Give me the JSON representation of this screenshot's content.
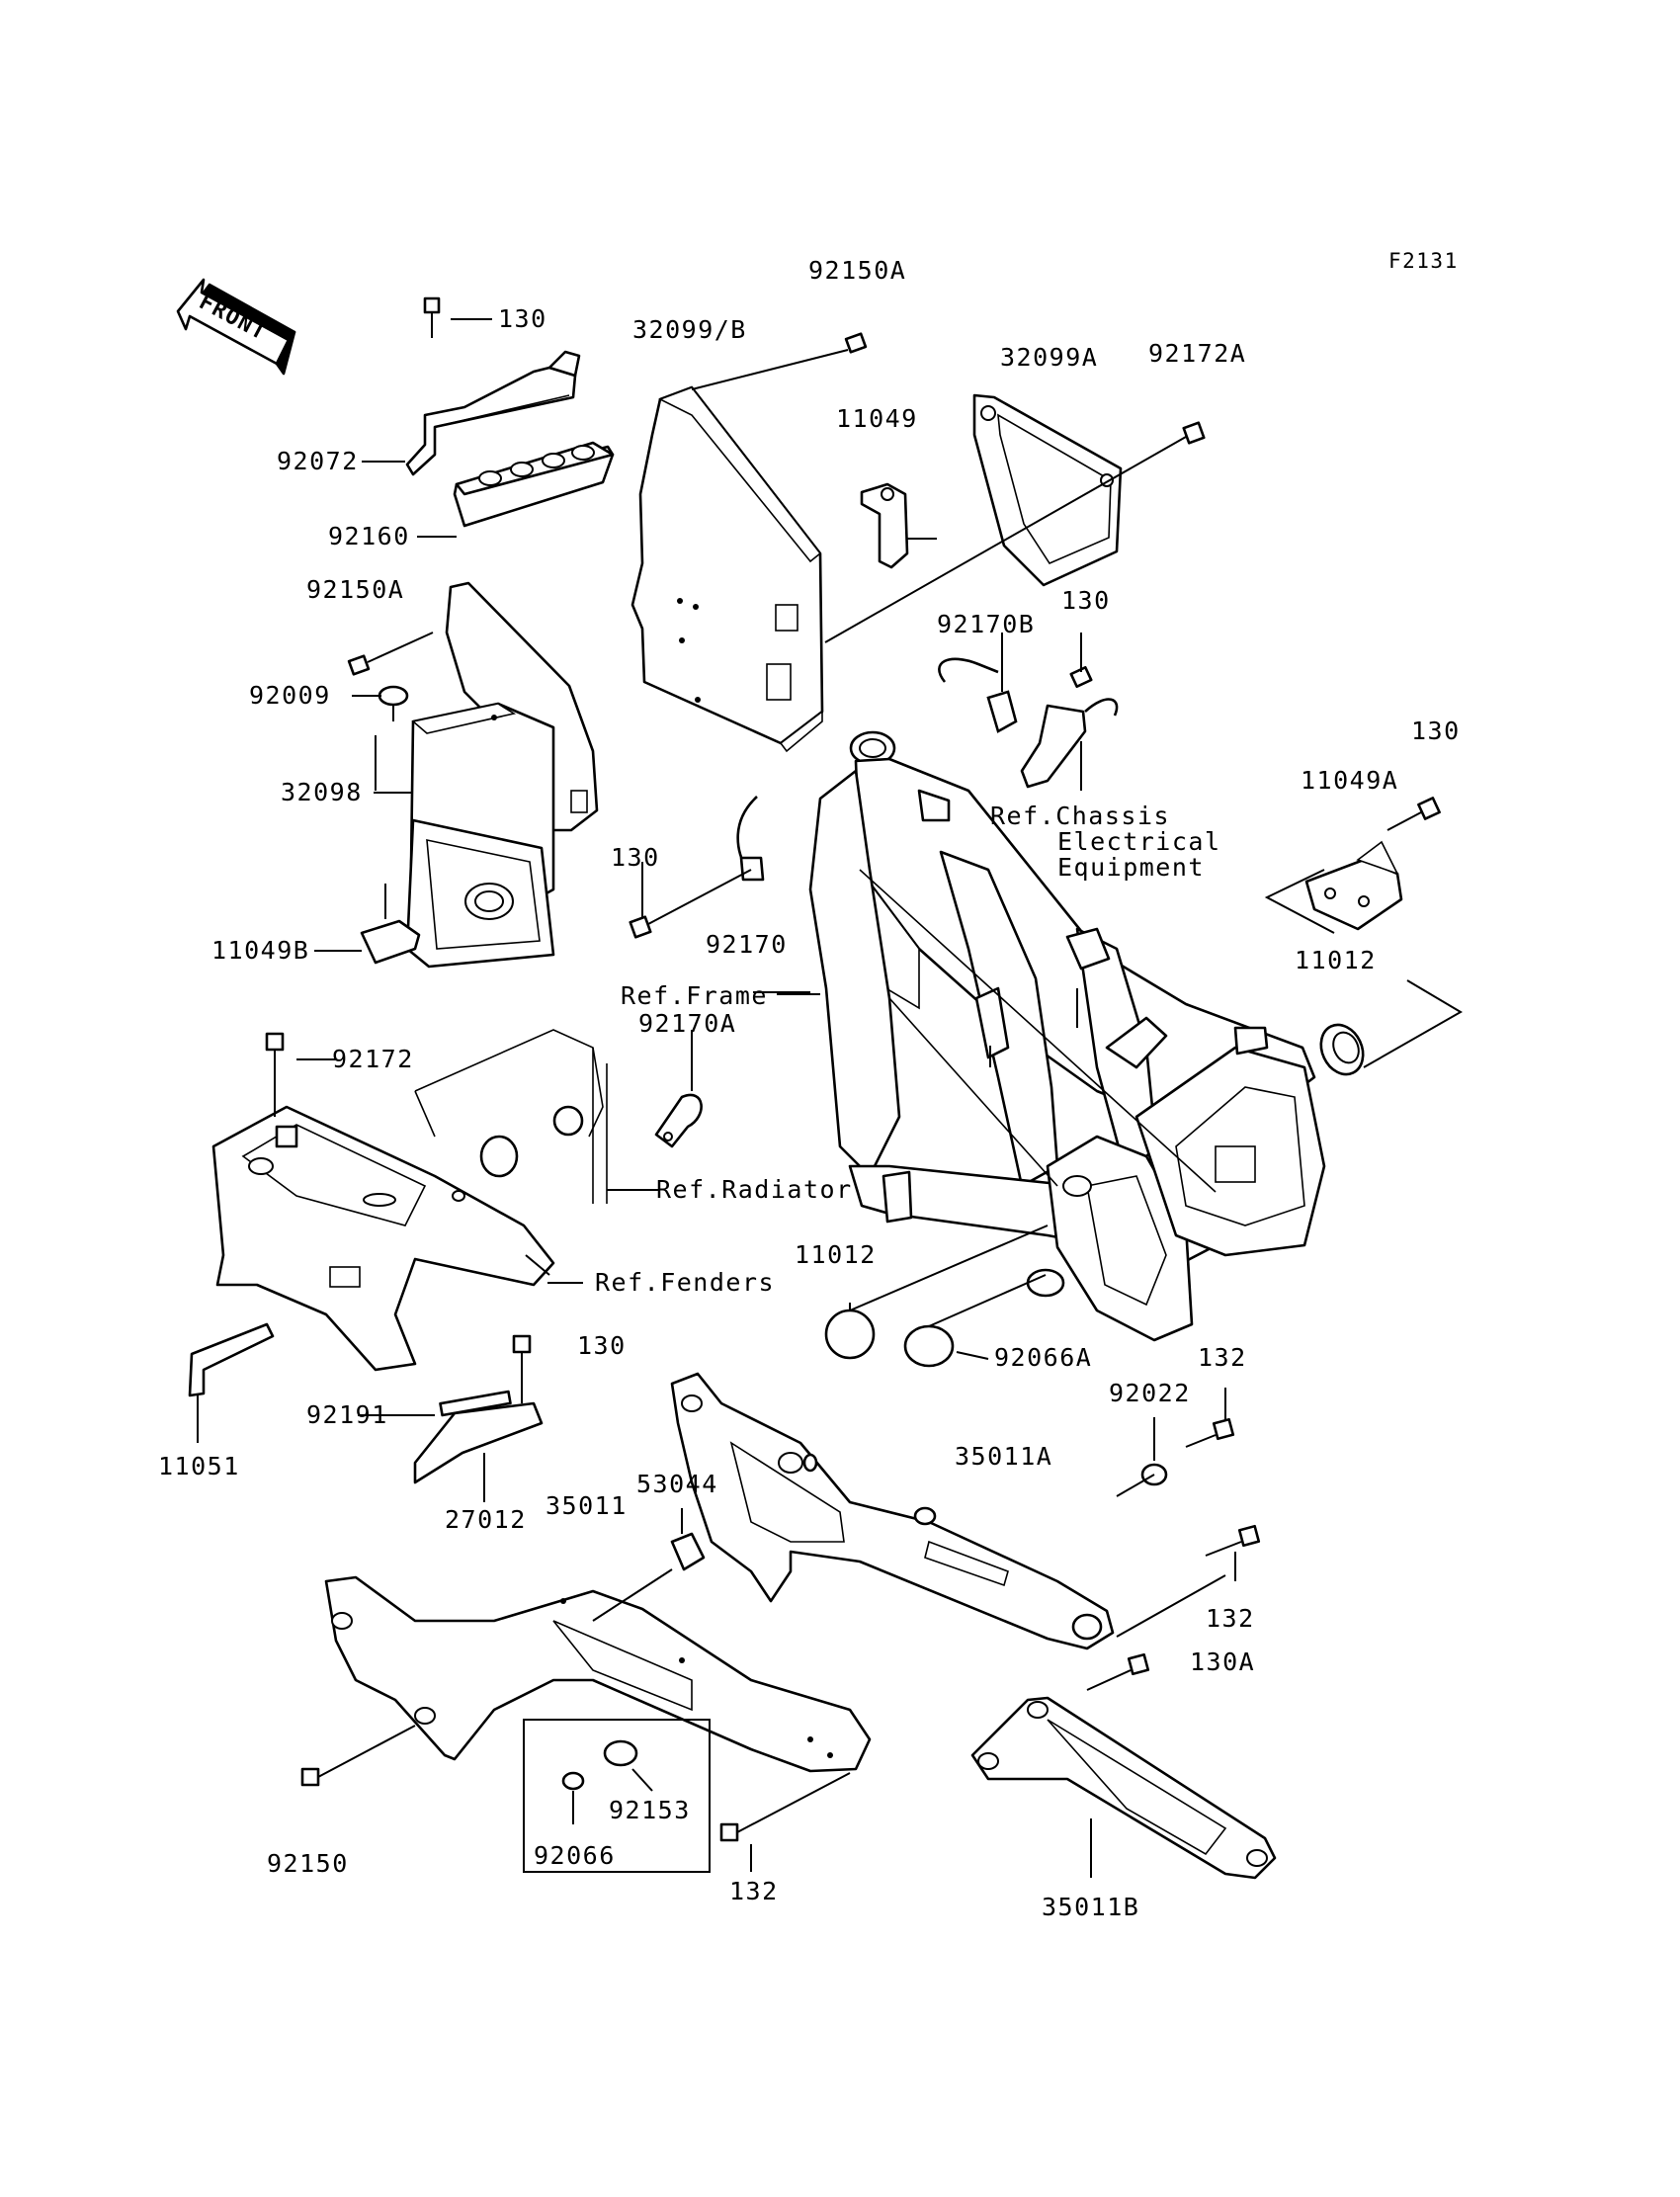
{
  "diagram_code": "F2131",
  "direction_arrow": {
    "label": "FRONT",
    "icon": "front-arrow-icon"
  },
  "callouts": [
    {
      "id": "c01",
      "text": "92150A"
    },
    {
      "id": "c02",
      "text": "32099/B"
    },
    {
      "id": "c03",
      "text": "130"
    },
    {
      "id": "c04",
      "text": "32099A"
    },
    {
      "id": "c05",
      "text": "92172A"
    },
    {
      "id": "c06",
      "text": "11049"
    },
    {
      "id": "c07",
      "text": "92072"
    },
    {
      "id": "c08",
      "text": "92160"
    },
    {
      "id": "c09",
      "text": "92150A"
    },
    {
      "id": "c10",
      "text": "92009"
    },
    {
      "id": "c11",
      "text": "32098"
    },
    {
      "id": "c12",
      "text": "11049B"
    },
    {
      "id": "c13",
      "text": "92170B"
    },
    {
      "id": "c14",
      "text": "130"
    },
    {
      "id": "c15",
      "text": "130"
    },
    {
      "id": "c16",
      "text": "11049A"
    },
    {
      "id": "c17",
      "text": "130"
    },
    {
      "id": "c18",
      "text": "92170"
    },
    {
      "id": "c19",
      "text": "11012"
    },
    {
      "id": "c20",
      "text": "92172"
    },
    {
      "id": "c21",
      "text": "92170A"
    },
    {
      "id": "c22",
      "text": "11012"
    },
    {
      "id": "c23",
      "text": "92066A"
    },
    {
      "id": "c24",
      "text": "130"
    },
    {
      "id": "c25",
      "text": "132"
    },
    {
      "id": "c26",
      "text": "92022"
    },
    {
      "id": "c27",
      "text": "92191"
    },
    {
      "id": "c28",
      "text": "11051"
    },
    {
      "id": "c29",
      "text": "27012"
    },
    {
      "id": "c30",
      "text": "35011A"
    },
    {
      "id": "c31",
      "text": "53044"
    },
    {
      "id": "c32",
      "text": "35011"
    },
    {
      "id": "c33",
      "text": "132"
    },
    {
      "id": "c34",
      "text": "130A"
    },
    {
      "id": "c35",
      "text": "92153"
    },
    {
      "id": "c36",
      "text": "92150"
    },
    {
      "id": "c37",
      "text": "92066"
    },
    {
      "id": "c38",
      "text": "132"
    },
    {
      "id": "c39",
      "text": "35011B"
    }
  ],
  "references": [
    {
      "id": "r1",
      "lines": [
        "Ref.Chassis",
        "Electrical",
        "Equipment"
      ]
    },
    {
      "id": "r2",
      "lines": [
        "Ref.Frame"
      ]
    },
    {
      "id": "r3",
      "lines": [
        "Ref.Radiator"
      ]
    },
    {
      "id": "r4",
      "lines": [
        "Ref.Fenders"
      ]
    }
  ]
}
